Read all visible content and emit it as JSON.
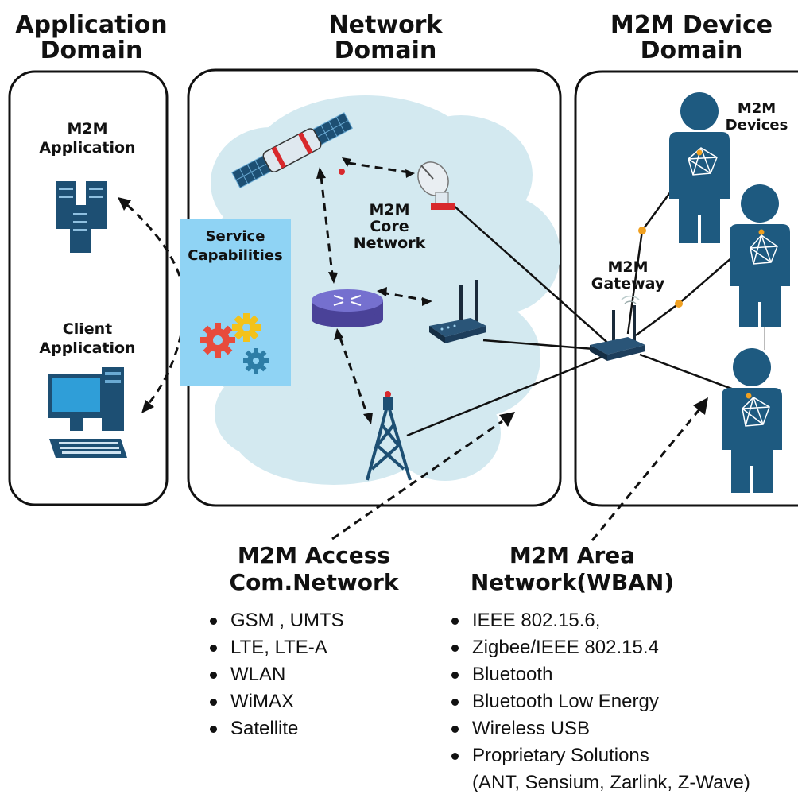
{
  "headings": {
    "application_domain": [
      "Application",
      "Domain"
    ],
    "network_domain": [
      "Network",
      "Domain"
    ],
    "device_domain": [
      "M2M Device",
      "Domain"
    ]
  },
  "labels": {
    "m2m_application": [
      "M2M",
      "Application"
    ],
    "client_application": [
      "Client",
      "Application"
    ],
    "core_network": [
      "M2M",
      "Core",
      "Network"
    ],
    "gateway": [
      "M2M",
      "Gateway"
    ],
    "devices": [
      "M2M",
      "Devices"
    ],
    "service_capabilities": [
      "Service",
      "Capabilities"
    ]
  },
  "access_network": {
    "title": [
      "M2M Access",
      "Com.Network"
    ],
    "items": [
      "GSM , UMTS",
      "LTE, LTE-A",
      "WLAN",
      "WiMAX",
      "Satellite"
    ]
  },
  "area_network": {
    "title": [
      "M2M Area",
      "Network(WBAN)"
    ],
    "items": [
      "IEEE 802.15.6,",
      "Zigbee/IEEE 802.15.4",
      "Bluetooth",
      "Bluetooth Low Energy",
      "Wireless USB",
      "Proprietary Solutions",
      "(ANT, Sensium, Zarlink, Z-Wave)"
    ]
  },
  "colors": {
    "navy": "#1d4f73",
    "person": "#1e5a80",
    "cloud": "#d3e9f0",
    "service_box": "#8fd3f4",
    "router": "#5c55b8",
    "node": "#f0a020"
  },
  "icons": [
    "server-icon",
    "computer-icon",
    "satellite-icon",
    "satellite-dish-icon",
    "router-icon",
    "wifi-access-point-icon",
    "gateway-icon",
    "cell-tower-icon",
    "gears-icon",
    "person-icon"
  ]
}
